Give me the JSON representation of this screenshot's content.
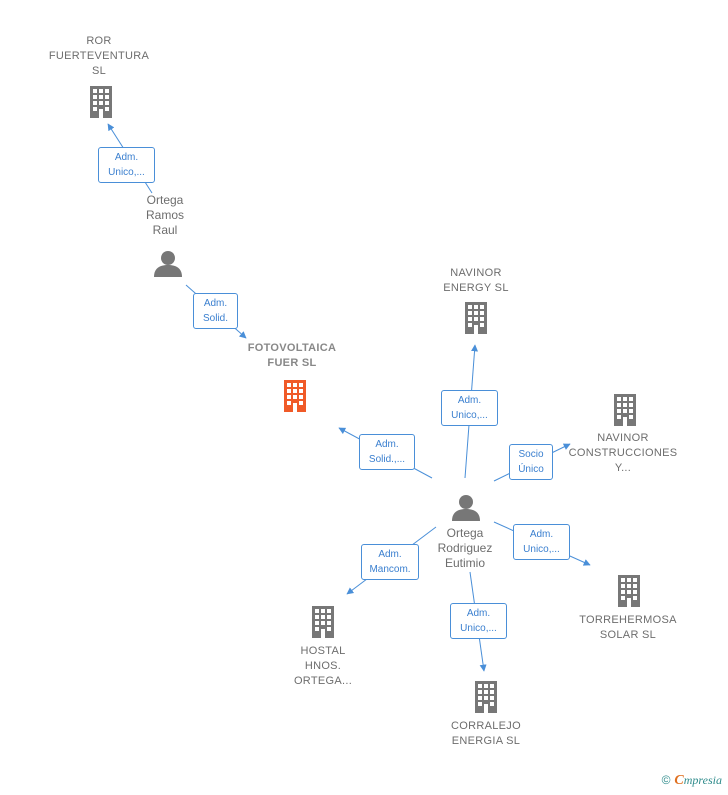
{
  "colors": {
    "accent": "#4a8fd8",
    "focus": "#f05a28",
    "node": "#777777"
  },
  "nodes": {
    "ror": {
      "lines": [
        "ROR",
        "FUERTEVENTURA",
        "SL"
      ],
      "icon": "building-icon"
    },
    "ortega_ramos": {
      "lines": [
        "Ortega",
        "Ramos",
        "Raul"
      ],
      "icon": "person-icon"
    },
    "fotovoltaica": {
      "lines": [
        "FOTOVOLTAICA",
        "FUER  SL"
      ],
      "icon": "building-icon"
    },
    "navinor_energy": {
      "lines": [
        "NAVINOR",
        "ENERGY  SL"
      ],
      "icon": "building-icon"
    },
    "navinor_construcciones": {
      "lines": [
        "NAVINOR",
        "CONSTRUCCIONES",
        "Y..."
      ],
      "icon": "building-icon"
    },
    "ortega_rodriguez": {
      "lines": [
        "Ortega",
        "Rodriguez",
        "Eutimio"
      ],
      "icon": "person-icon"
    },
    "torrehermosa": {
      "lines": [
        "TORREHERMOSA",
        "SOLAR  SL"
      ],
      "icon": "building-icon"
    },
    "hostal": {
      "lines": [
        "HOSTAL",
        "HNOS.",
        "ORTEGA..."
      ],
      "icon": "building-icon"
    },
    "corralejo": {
      "lines": [
        "CORRALEJO",
        "ENERGIA  SL"
      ],
      "icon": "building-icon"
    }
  },
  "edges": {
    "ramos_ror": [
      "Adm.",
      "Unico,..."
    ],
    "ramos_foto": [
      "Adm.",
      "Solid."
    ],
    "eutimio_foto": [
      "Adm.",
      "Solid.,..."
    ],
    "eutimio_energy": [
      "Adm.",
      "Unico,..."
    ],
    "eutimio_construcciones": [
      "Socio",
      "Único"
    ],
    "eutimio_torre": [
      "Adm.",
      "Unico,..."
    ],
    "eutimio_hostal": [
      "Adm.",
      "Mancom."
    ],
    "eutimio_corralejo": [
      "Adm.",
      "Unico,..."
    ]
  },
  "footer": {
    "copyright": "©",
    "brand_initial": "C",
    "brand_rest": "mpresia"
  }
}
